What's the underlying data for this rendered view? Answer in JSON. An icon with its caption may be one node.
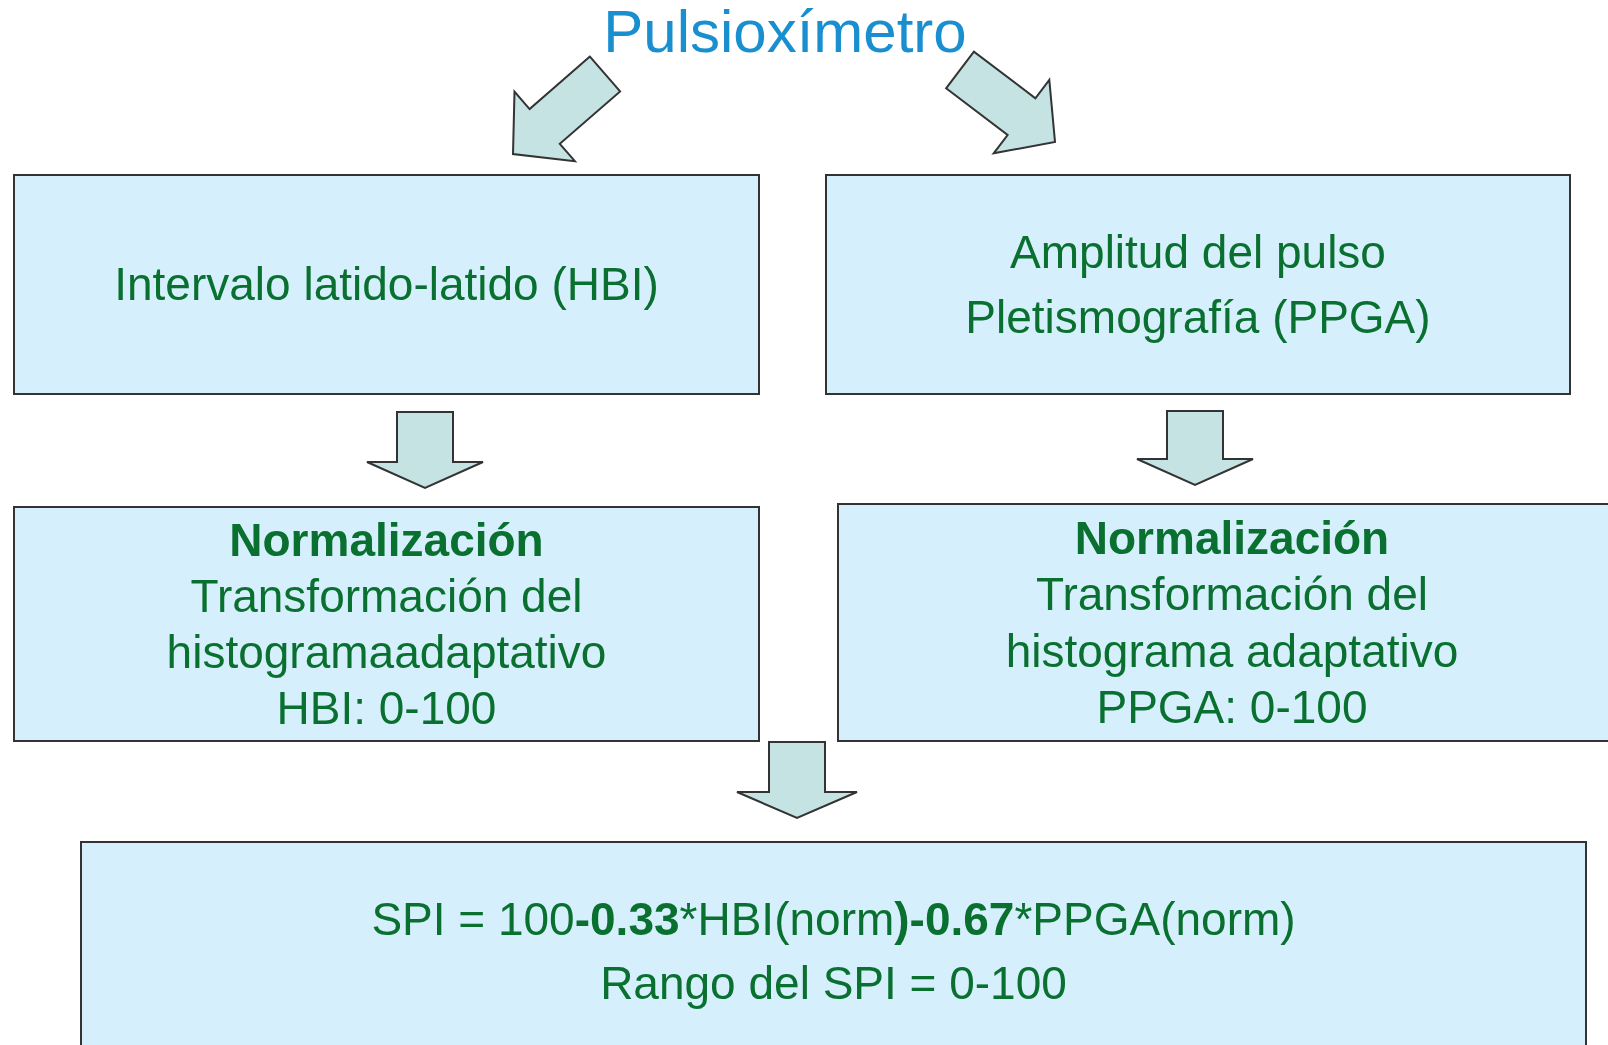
{
  "diagram": {
    "nodes": [
      {
        "text": [
          "Pulsioxímetro"
        ]
      },
      {
        "text": [
          "Intervalo latido-latido (HBI)"
        ]
      },
      {
        "text": [
          "Amplitud del pulso",
          "Pletismografía (PPGA)"
        ]
      },
      {
        "text": [
          "Normalización",
          "Transformación del histogramaadaptativo",
          "HBI: 0-100"
        ]
      },
      {
        "text": [
          "Normalización",
          "Transformación del histograma adaptativo",
          "PPGA: 0-100"
        ]
      },
      {
        "text": [
          "SPI = 100**-0.33***HBI(norm**)-0.67***PPGA(norm)",
          "Rango del SPI = 0-100"
        ]
      }
    ],
    "edges": [
      {
        "from": 0,
        "to": 1,
        "arrow": "to"
      },
      {
        "from": 0,
        "to": 2,
        "arrow": "to"
      },
      {
        "from": 1,
        "to": 3,
        "arrow": "to"
      },
      {
        "from": 2,
        "to": 4,
        "arrow": "to"
      },
      {
        "from": 3,
        "to": 5,
        "arrow": "to"
      },
      {
        "from": 4,
        "to": 5,
        "arrow": "to"
      }
    ]
  }
}
